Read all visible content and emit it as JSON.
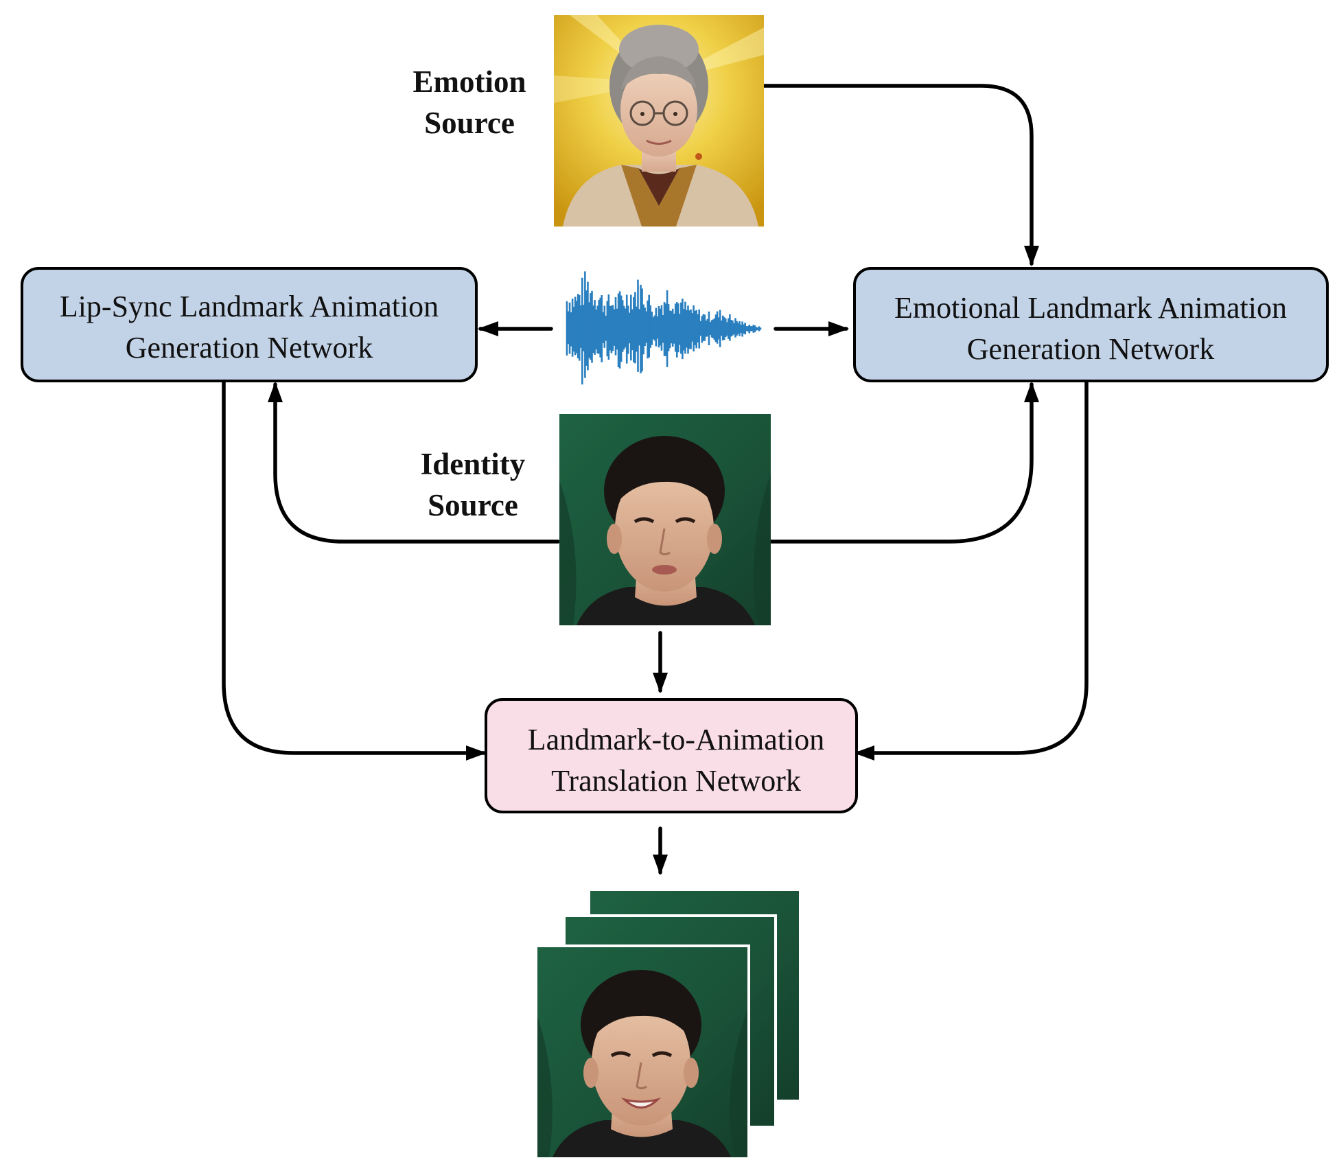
{
  "labels": {
    "emotion_source": [
      "Emotion",
      "Source"
    ],
    "identity_source": [
      "Identity",
      "Source"
    ]
  },
  "nodes": {
    "lip_sync": [
      "Lip-Sync Landmark Animation",
      "Generation Network"
    ],
    "emotional": [
      "Emotional Landmark Animation",
      "Generation Network"
    ],
    "translation": [
      "Landmark-to-Animation",
      "Translation Network"
    ]
  },
  "icons": {
    "emotion_source_image": "elderly-woman-portrait-icon",
    "audio": "audio-waveform-icon",
    "identity_source_image": "young-man-portrait-icon",
    "output_frames": "stacked-video-frames-icon"
  },
  "colors": {
    "network_box_fill": "#c3d3e7",
    "translation_box_fill": "#f9dde7",
    "waveform": "#2a7fbf",
    "green_backdrop": "#1d5b3e",
    "gold_backdrop": "#e2b62a"
  }
}
